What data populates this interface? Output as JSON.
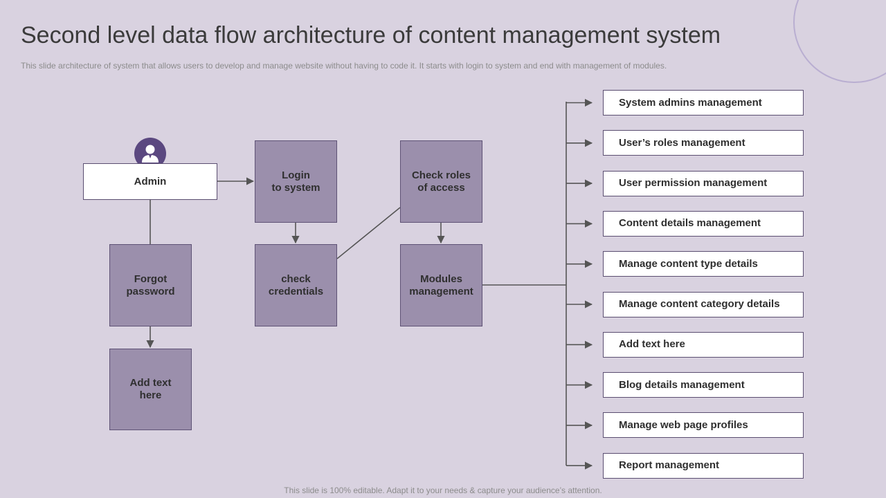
{
  "slide": {
    "title": "Second level data flow architecture of content management system",
    "subtitle": "This slide architecture of system that allows users to develop and manage website without having to code it. It starts with login to system and end with management of modules.",
    "footer": "This slide is 100% editable. Adapt it to your needs & capture your audience’s attention."
  },
  "flow": {
    "admin": "Admin",
    "login": "Login\nto system",
    "check_roles": "Check roles\nof access",
    "forgot_password": "Forgot\npassword",
    "check_credentials": "check\ncredentials",
    "modules": "Modules\nmanagement",
    "add_text": "Add text\nhere",
    "admin_icon": "user-avatar-icon"
  },
  "modules_list": [
    "System admins management",
    "User’s roles management",
    "User permission management",
    "Content details management",
    "Manage content type details",
    "Manage content category details",
    "Add text here",
    "Blog details management",
    "Manage web page profiles",
    "Report management"
  ],
  "colors": {
    "background": "#d9d2e0",
    "box_fill": "#9b8fac",
    "avatar": "#5b4880",
    "line": "#555555"
  }
}
